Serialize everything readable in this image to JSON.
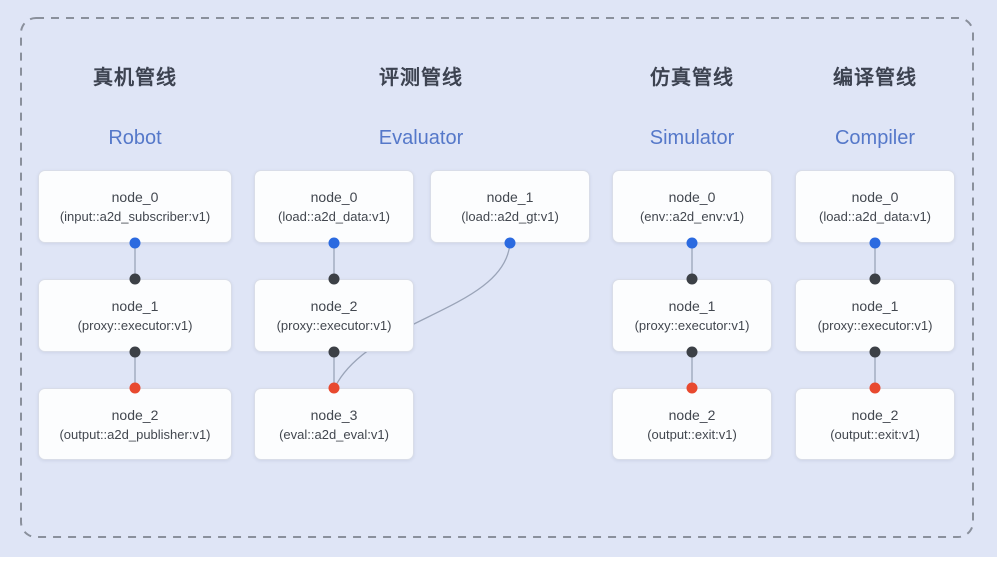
{
  "diagram_title": "pipeline-diagram",
  "colors": {
    "bg": "#dfe5f6",
    "box_bg": "#fcfdfe",
    "box_border": "#d9dde8",
    "title_cn": "#3d4351",
    "title_en": "#5578c9",
    "node_text": "#42474f",
    "edge": "#9aa4b8",
    "border_color": "#8a909c",
    "port_blue": "#2b6ae0",
    "port_black": "#3c4046",
    "port_red": "#e8492f"
  },
  "pipelines": [
    {
      "title_cn": "真机管线",
      "title_en": "Robot",
      "nodes": [
        {
          "title": "node_0",
          "subtitle": "(input::a2d_subscriber:v1)"
        },
        {
          "title": "node_1",
          "subtitle": "(proxy::executor:v1)"
        },
        {
          "title": "node_2",
          "subtitle": "(output::a2d_publisher:v1)"
        }
      ]
    },
    {
      "title_cn": "评测管线",
      "title_en": "Evaluator",
      "nodes": [
        {
          "title": "node_0",
          "subtitle": "(load::a2d_data:v1)"
        },
        {
          "title": "node_1",
          "subtitle": "(load::a2d_gt:v1)"
        },
        {
          "title": "node_2",
          "subtitle": "(proxy::executor:v1)"
        },
        {
          "title": "node_3",
          "subtitle": "(eval::a2d_eval:v1)"
        }
      ]
    },
    {
      "title_cn": "仿真管线",
      "title_en": "Simulator",
      "nodes": [
        {
          "title": "node_0",
          "subtitle": "(env::a2d_env:v1)"
        },
        {
          "title": "node_1",
          "subtitle": "(proxy::executor:v1)"
        },
        {
          "title": "node_2",
          "subtitle": "(output::exit:v1)"
        }
      ]
    },
    {
      "title_cn": "编译管线",
      "title_en": "Compiler",
      "nodes": [
        {
          "title": "node_0",
          "subtitle": "(load::a2d_data:v1)"
        },
        {
          "title": "node_1",
          "subtitle": "(proxy::executor:v1)"
        },
        {
          "title": "node_2",
          "subtitle": "(output::exit:v1)"
        }
      ]
    }
  ]
}
